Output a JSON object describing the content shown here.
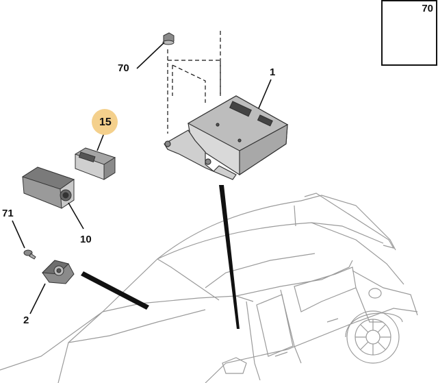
{
  "callouts": {
    "c70_top": "70",
    "c70_inset": "70",
    "c1": "1",
    "c15": "15",
    "c10": "10",
    "c71": "71",
    "c2": "2"
  },
  "colors": {
    "highlight": "#f4d08c",
    "line": "#111111",
    "part_fill": "#d9d9d9",
    "part_dark": "#8a8a8a",
    "car_line": "#9a9a9a"
  }
}
